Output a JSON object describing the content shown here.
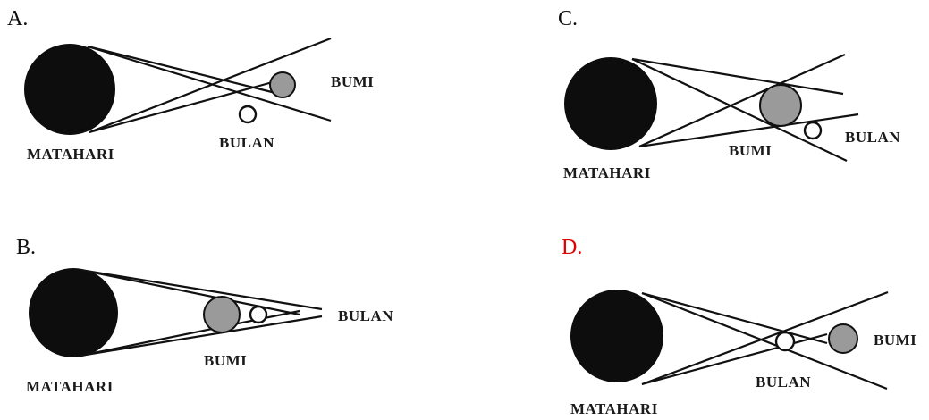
{
  "options": [
    {
      "letter": "A.",
      "sun_label": "MATAHARI",
      "earth_label": "BUMI",
      "moon_label": "BULAN",
      "correct": false
    },
    {
      "letter": "B.",
      "sun_label": "MATAHARI",
      "earth_label": "BUMI",
      "moon_label": "BULAN",
      "correct": false
    },
    {
      "letter": "C.",
      "sun_label": "MATAHARI",
      "earth_label": "BUMI",
      "moon_label": "BULAN",
      "correct": false
    },
    {
      "letter": "D.",
      "sun_label": "MATAHARI",
      "earth_label": "BUMI",
      "moon_label": "BULAN",
      "correct": true
    }
  ],
  "colors": {
    "correct_letter": "#e00000",
    "normal_letter": "#111111",
    "sun": "#0d0d0d",
    "earth": "#9a9a9a"
  }
}
